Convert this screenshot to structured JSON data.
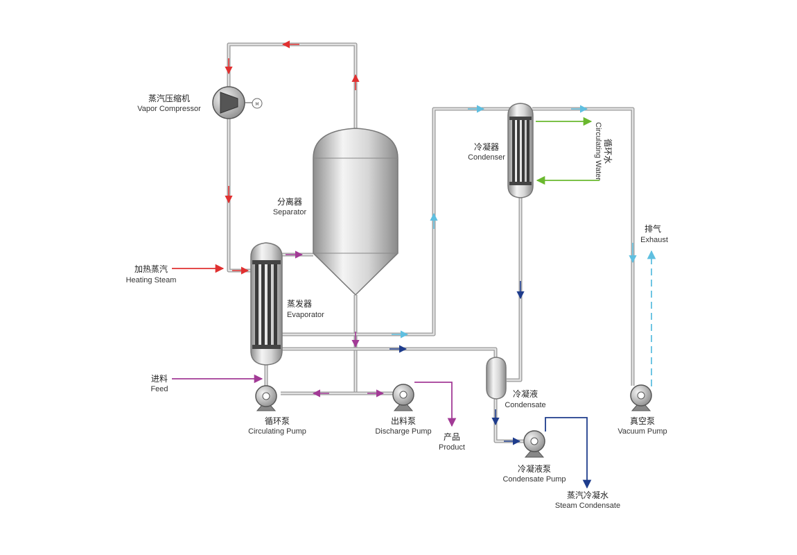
{
  "labels": {
    "vapor_compressor": {
      "zh": "蒸汽压缩机",
      "en": "Vapor Compressor"
    },
    "separator": {
      "zh": "分离器",
      "en": "Separator"
    },
    "evaporator": {
      "zh": "蒸发器",
      "en": "Evaporator"
    },
    "heating_steam": {
      "zh": "加热蒸汽",
      "en": "Heating Steam"
    },
    "feed": {
      "zh": "进料",
      "en": "Feed"
    },
    "circulating_pump": {
      "zh": "循环泵",
      "en": "Circulating Pump"
    },
    "discharge_pump": {
      "zh": "出料泵",
      "en": "Discharge Pump"
    },
    "product": {
      "zh": "产品",
      "en": "Product"
    },
    "condenser": {
      "zh": "冷凝器",
      "en": "Condenser"
    },
    "circulating_water": {
      "zh": "循环水",
      "en": "Circulating Water"
    },
    "exhaust": {
      "zh": "排气",
      "en": "Exhaust"
    },
    "condensate": {
      "zh": "冷凝液",
      "en": "Condensate"
    },
    "condensate_pump": {
      "zh": "冷凝液泵",
      "en": "Condensate Pump"
    },
    "vacuum_pump": {
      "zh": "真空泵",
      "en": "Vacuum Pump"
    },
    "steam_condensate": {
      "zh": "蒸汽冷凝水",
      "en": "Steam Condensate"
    },
    "motor": "M"
  },
  "colors": {
    "steam": "#e03030",
    "feed_product": "#a23a96",
    "cooling_water": "#6ab82e",
    "exhaust": "#5fbfe0",
    "condensate": "#1e3c8c",
    "pipe": "#9a9a9a",
    "vessel": "#c4c4c4"
  }
}
